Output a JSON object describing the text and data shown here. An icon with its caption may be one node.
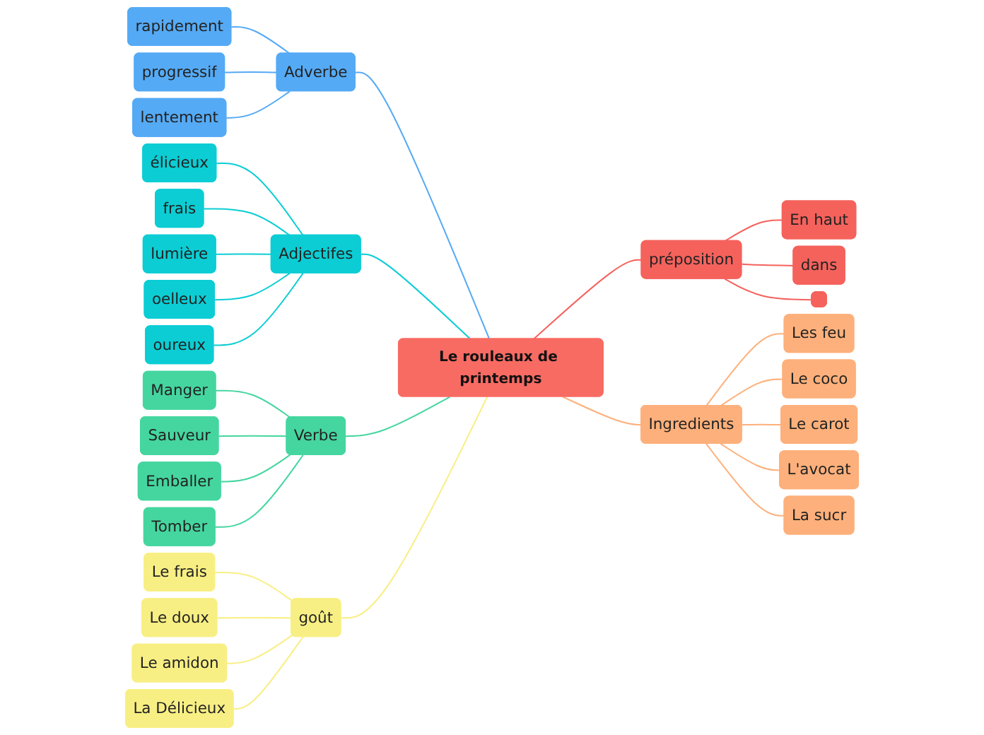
{
  "diagram": {
    "nodes": [
      {
        "text": [
          "Le rouleaux de printemps"
        ]
      },
      {
        "text": [
          "Adverbe"
        ]
      },
      {
        "text": [
          "rapidement"
        ]
      },
      {
        "text": [
          "progressif"
        ]
      },
      {
        "text": [
          "lentement"
        ]
      },
      {
        "text": [
          "préposition"
        ]
      },
      {
        "text": [
          "En haut"
        ]
      },
      {
        "text": [
          "dans"
        ]
      },
      {
        "text": [],
        "shape": "box"
      },
      {
        "text": [
          "Adjectifes"
        ]
      },
      {
        "text": [
          "élicieux"
        ]
      },
      {
        "text": [
          "frais"
        ]
      },
      {
        "text": [
          "lumière"
        ]
      },
      {
        "text": [
          "oelleux"
        ]
      },
      {
        "text": [
          "oureux"
        ]
      },
      {
        "text": [
          "Verbe"
        ]
      },
      {
        "text": [
          "Manger"
        ]
      },
      {
        "text": [
          "Sauveur"
        ]
      },
      {
        "text": [
          "Emballer"
        ]
      },
      {
        "text": [
          "Tomber"
        ]
      },
      {
        "text": [
          "goût"
        ]
      },
      {
        "text": [
          "Le frais"
        ]
      },
      {
        "text": [
          "Le doux"
        ]
      },
      {
        "text": [
          "Le amidon"
        ]
      },
      {
        "text": [
          "La Délicieux"
        ]
      },
      {
        "text": [
          "Ingredients"
        ]
      },
      {
        "text": [
          "Les feu"
        ]
      },
      {
        "text": [
          "Le coco"
        ]
      },
      {
        "text": [
          "Le carot"
        ]
      },
      {
        "text": [
          "L'avocat"
        ]
      },
      {
        "text": [
          "La sucr"
        ]
      }
    ],
    "edges": [
      {
        "from": 0,
        "to": 1,
        "arrow": "none",
        "color": "#55aaf5"
      },
      {
        "from": 1,
        "to": 2,
        "arrow": "none",
        "color": "#55aaf5"
      },
      {
        "from": 1,
        "to": 3,
        "arrow": "none",
        "color": "#55aaf5"
      },
      {
        "from": 1,
        "to": 4,
        "arrow": "none",
        "color": "#55aaf5"
      },
      {
        "from": 0,
        "to": 5,
        "arrow": "none",
        "color": "#f5625c"
      },
      {
        "from": 5,
        "to": 6,
        "arrow": "none",
        "color": "#f5625c"
      },
      {
        "from": 5,
        "to": 7,
        "arrow": "none",
        "color": "#f5625c"
      },
      {
        "from": 5,
        "to": 8,
        "arrow": "none",
        "color": "#f5625c"
      },
      {
        "from": 0,
        "to": 9,
        "arrow": "none",
        "color": "#0ccdd4"
      },
      {
        "from": 9,
        "to": 10,
        "arrow": "none",
        "color": "#0ccdd4"
      },
      {
        "from": 9,
        "to": 11,
        "arrow": "none",
        "color": "#0ccdd4"
      },
      {
        "from": 9,
        "to": 12,
        "arrow": "none",
        "color": "#0ccdd4"
      },
      {
        "from": 9,
        "to": 13,
        "arrow": "none",
        "color": "#0ccdd4"
      },
      {
        "from": 9,
        "to": 14,
        "arrow": "none",
        "color": "#0ccdd4"
      },
      {
        "from": 0,
        "to": 15,
        "arrow": "none",
        "color": "#45d6a0"
      },
      {
        "from": 15,
        "to": 16,
        "arrow": "none",
        "color": "#45d6a0"
      },
      {
        "from": 15,
        "to": 17,
        "arrow": "none",
        "color": "#45d6a0"
      },
      {
        "from": 15,
        "to": 18,
        "arrow": "none",
        "color": "#45d6a0"
      },
      {
        "from": 15,
        "to": 19,
        "arrow": "none",
        "color": "#45d6a0"
      },
      {
        "from": 0,
        "to": 20,
        "arrow": "none",
        "color": "#f8ef84"
      },
      {
        "from": 20,
        "to": 21,
        "arrow": "none",
        "color": "#f8ef84"
      },
      {
        "from": 20,
        "to": 22,
        "arrow": "none",
        "color": "#f8ef84"
      },
      {
        "from": 20,
        "to": 23,
        "arrow": "none",
        "color": "#f8ef84"
      },
      {
        "from": 20,
        "to": 24,
        "arrow": "none",
        "color": "#f8ef84"
      },
      {
        "from": 0,
        "to": 25,
        "arrow": "none",
        "color": "#fdb07b"
      },
      {
        "from": 25,
        "to": 26,
        "arrow": "none",
        "color": "#fdb07b"
      },
      {
        "from": 25,
        "to": 27,
        "arrow": "none",
        "color": "#fdb07b"
      },
      {
        "from": 25,
        "to": 28,
        "arrow": "none",
        "color": "#fdb07b"
      },
      {
        "from": 25,
        "to": 29,
        "arrow": "none",
        "color": "#fdb07b"
      },
      {
        "from": 25,
        "to": 30,
        "arrow": "none",
        "color": "#fdb07b"
      }
    ]
  }
}
